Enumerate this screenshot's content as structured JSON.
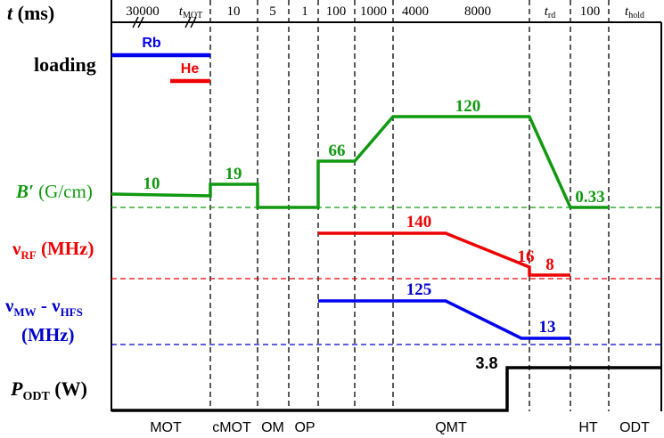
{
  "header": {
    "time_label": "t",
    "time_unit": " (ms)",
    "durations": [
      {
        "text": "30000"
      },
      {
        "text": "t",
        "sub": "MOT"
      },
      {
        "text": "10"
      },
      {
        "text": "5"
      },
      {
        "text": "1"
      },
      {
        "text": "100"
      },
      {
        "text": "1000"
      },
      {
        "text": "4000"
      },
      {
        "text": "8000"
      },
      {
        "text": "t",
        "sub": "rd"
      },
      {
        "text": "100"
      },
      {
        "text": "t",
        "sub": "hold"
      }
    ]
  },
  "rows": {
    "loading": {
      "label": "loading",
      "rb_label": "Rb",
      "he_label": "He"
    },
    "gradient": {
      "label_symbol": "B′",
      "label_unit": " (G/cm)",
      "values": [
        "10",
        "19",
        "66",
        "120",
        "0.33"
      ]
    },
    "rf": {
      "label_symbol": "ν",
      "label_sub": "RF",
      "label_unit": " (MHz)",
      "values": [
        "140",
        "16",
        "8"
      ]
    },
    "mw": {
      "label_line1_symbol": "ν",
      "label_line1_sub": "MW",
      "label_line1_mid": " - ν",
      "label_line1_sub2": "HFS",
      "label_line2": "(MHz)",
      "values": [
        "125",
        "13"
      ]
    },
    "odt": {
      "label_symbol": "P",
      "label_sub": "ODT",
      "label_unit": " (W)",
      "value": "3.8"
    }
  },
  "phases": [
    "MOT",
    "cMOT",
    "OM",
    "OP",
    "QMT",
    "HT",
    "ODT"
  ],
  "colors": {
    "rb": "#0000ee",
    "he": "#ee0000",
    "gradient": "#119911",
    "rf": "#ee0000",
    "mw": "#0000cc",
    "odt": "#000000"
  }
}
